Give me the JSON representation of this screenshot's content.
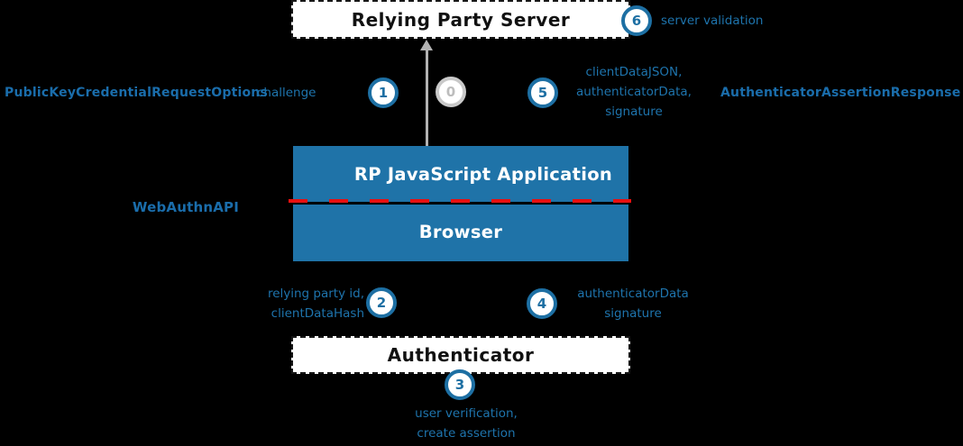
{
  "colors": {
    "background": "#000000",
    "box_blue": "#1f73a8",
    "label_blue": "#1e74ad",
    "bold_label_blue": "#1a6dab",
    "dash_red": "#e81010",
    "arrow_gray": "#b3b3b3",
    "inactive_step_gray": "#c9c9c9"
  },
  "nodes": {
    "relying_party_server": "Relying Party Server",
    "rp_js_application": "RP JavaScript Application",
    "browser": "Browser",
    "authenticator": "Authenticator"
  },
  "labels": {
    "request_options": "PublicKeyCredentialRequestOptions",
    "challenge": "challenge",
    "webauthn_api": "WebAuthnAPI",
    "assertion_response": "AuthenticatorAssertionResponse"
  },
  "steps": {
    "s0": {
      "num": "0"
    },
    "s1": {
      "num": "1"
    },
    "s2": {
      "num": "2",
      "line1": "relying party id,",
      "line2": "clientDataHash"
    },
    "s3": {
      "num": "3",
      "line1": "user verification,",
      "line2": "create assertion"
    },
    "s4": {
      "num": "4",
      "line1": "authenticatorData",
      "line2": "signature"
    },
    "s5": {
      "num": "5",
      "line1": "clientDataJSON,",
      "line2": "authenticatorData,",
      "line3": "signature"
    },
    "s6": {
      "num": "6",
      "label": "server validation"
    }
  }
}
